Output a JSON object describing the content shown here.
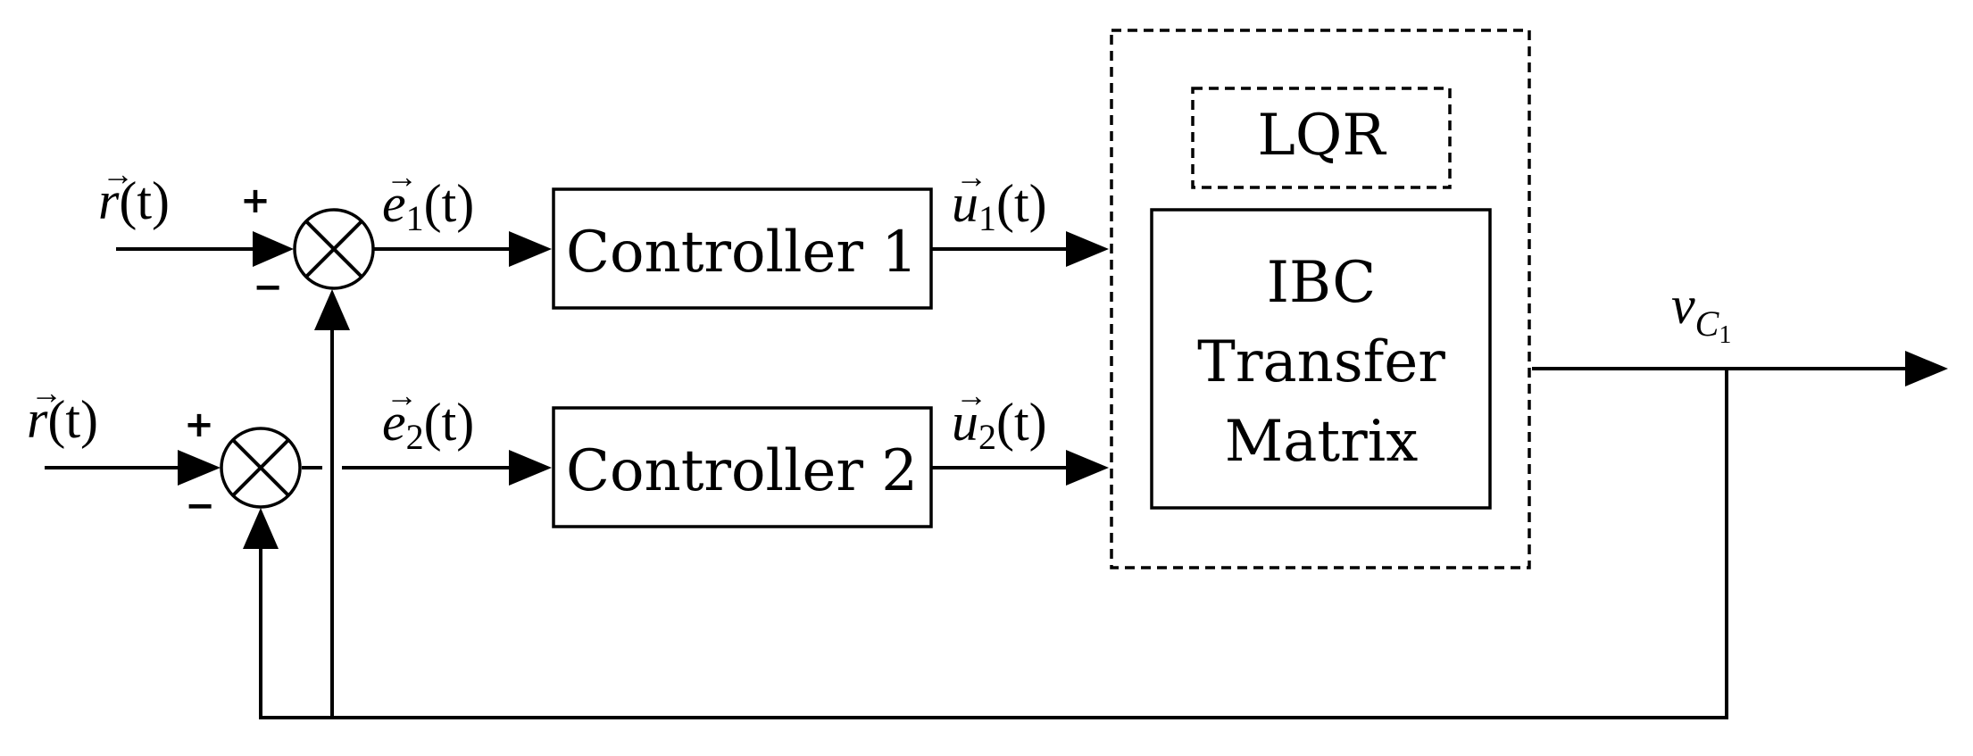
{
  "blocks": {
    "controller1": "Controller 1",
    "controller2": "Controller 2",
    "lqr": "LQR",
    "ibc_line1": "IBC",
    "ibc_line2": "Transfer",
    "ibc_line3": "Matrix"
  },
  "signals": {
    "reference_top": {
      "base": "r",
      "vec": "→",
      "arg": "(t)"
    },
    "reference_bottom": {
      "base": "r",
      "vec": "→",
      "arg": "(t)"
    },
    "error1": {
      "base": "e",
      "vec": "→",
      "sub": "1",
      "arg": "(t)"
    },
    "error2": {
      "base": "e",
      "vec": "→",
      "sub": "2",
      "arg": "(t)"
    },
    "control1": {
      "base": "u",
      "vec": "→",
      "sub": "1",
      "arg": "(t)"
    },
    "control2": {
      "base": "u",
      "vec": "→",
      "sub": "2",
      "arg": "(t)"
    },
    "output": {
      "base": "v",
      "sub": "C",
      "subsub": "1"
    }
  },
  "summing_signs": {
    "top_plus": "+",
    "top_minus": "−",
    "bottom_plus": "+",
    "bottom_minus": "−"
  }
}
